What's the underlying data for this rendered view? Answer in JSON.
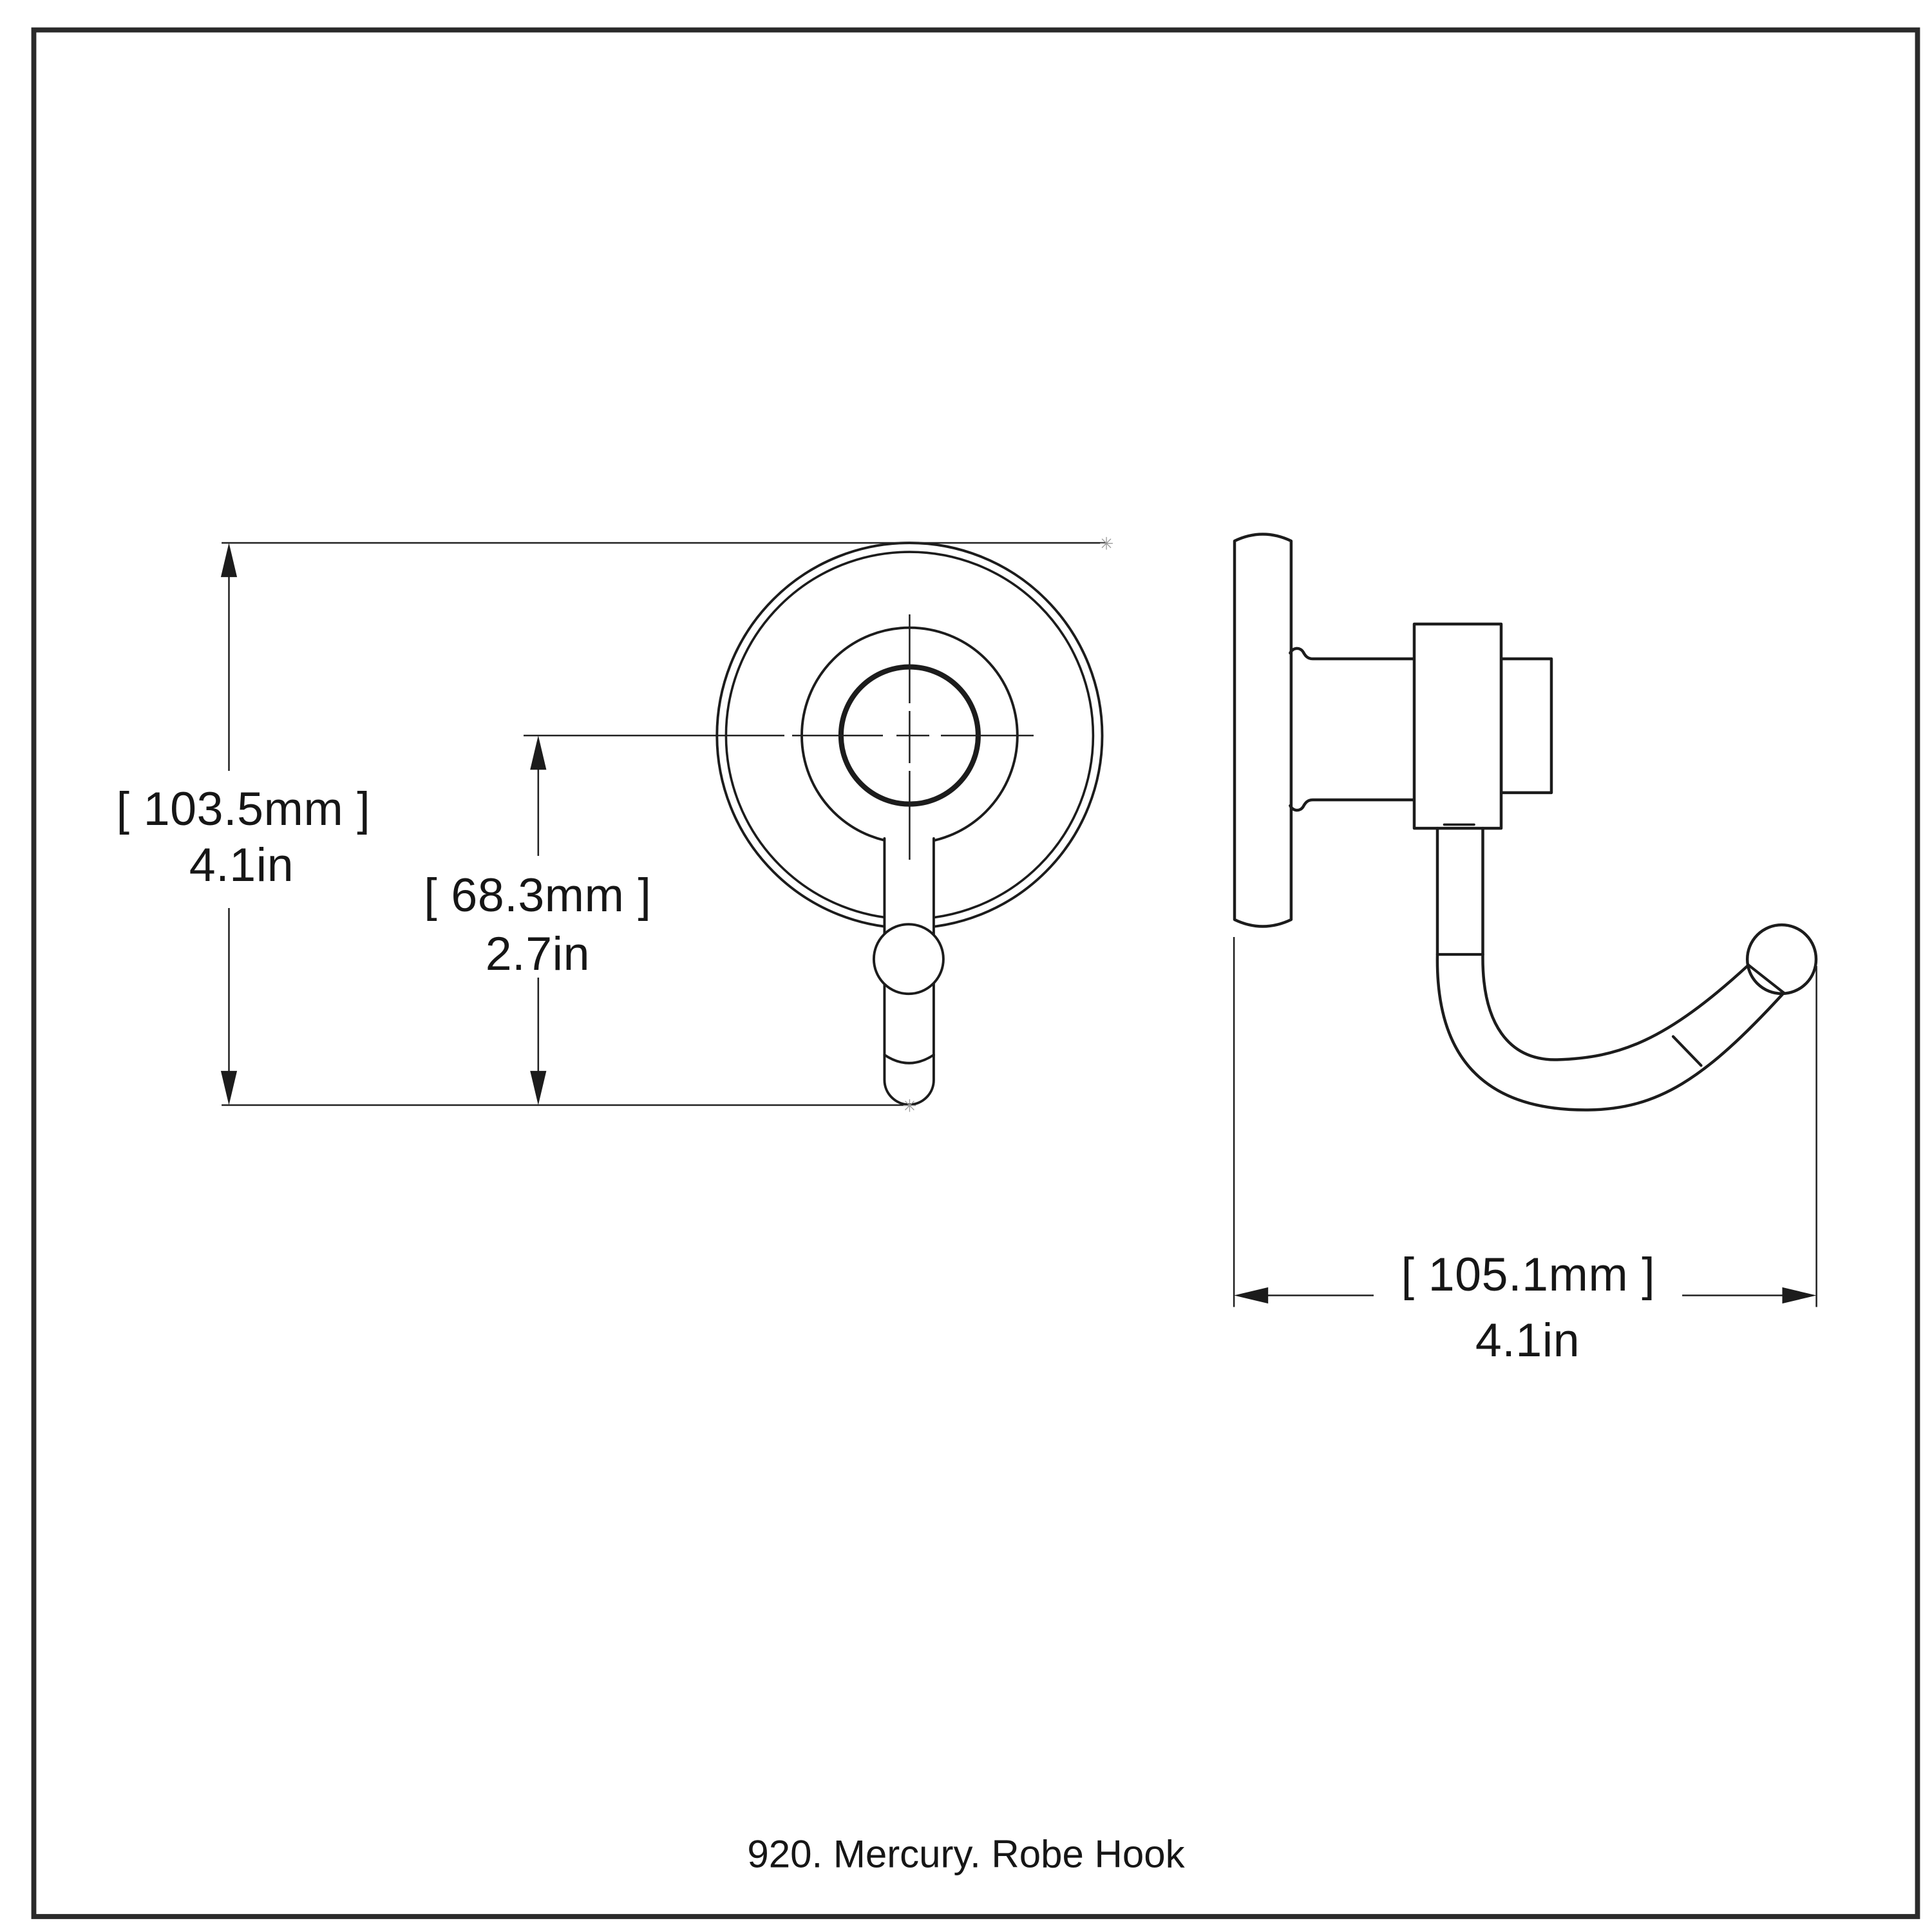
{
  "drawing": {
    "caption": "920. Mercury. Robe Hook",
    "dimensions": {
      "overall_height": {
        "mm": "[ 103.5mm ]",
        "inches": "4.1in"
      },
      "center_to_hook_tip": {
        "mm": "[ 68.3mm ]",
        "inches": "2.7in"
      },
      "projection": {
        "mm": "[ 105.1mm ]",
        "inches": "4.1in"
      }
    },
    "snap_marker_glyph": "✳",
    "colors": {
      "background": "#ffffff",
      "object_line": "#1c1c1c",
      "border": "#2a2a2a",
      "dimension_line": "#222222",
      "text": "#161616",
      "snap_marker": "#9a9a9a"
    }
  }
}
